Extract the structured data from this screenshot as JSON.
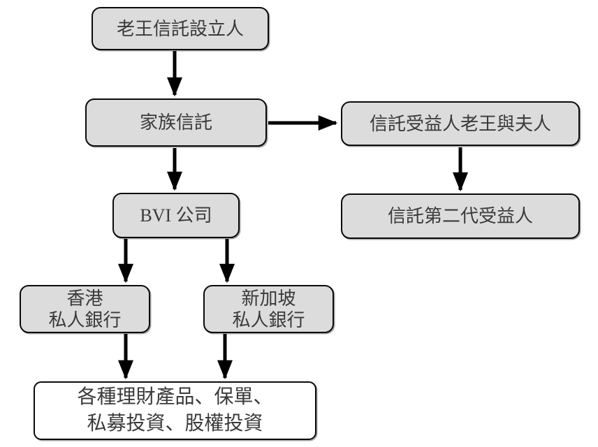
{
  "diagram": {
    "type": "flowchart",
    "language": "zh-Hant",
    "colors": {
      "node_fill": "#dcdcdc",
      "products_fill": "#ffffff",
      "node_border": "#0a0a0a",
      "text": "#3a3a3a",
      "arrow": "#000000",
      "background": "#ffffff"
    },
    "nodes": {
      "settlor": {
        "label": "老王信託設立人"
      },
      "family_trust": {
        "label": "家族信託"
      },
      "beneficiary": {
        "label": "信託受益人老王與夫人"
      },
      "second_gen": {
        "label": "信託第二代受益人"
      },
      "bvi": {
        "label": "BVI 公司"
      },
      "hk_bank": {
        "label": "香港\n私人銀行"
      },
      "sg_bank": {
        "label": "新加坡\n私人銀行"
      },
      "products": {
        "label": "各種理財產品、保單、\n私募投資、股權投資"
      }
    },
    "edges": [
      {
        "from": "settlor",
        "to": "family_trust",
        "direction": "down"
      },
      {
        "from": "family_trust",
        "to": "beneficiary",
        "direction": "right"
      },
      {
        "from": "beneficiary",
        "to": "second_gen",
        "direction": "down"
      },
      {
        "from": "family_trust",
        "to": "bvi",
        "direction": "down"
      },
      {
        "from": "bvi",
        "to": "hk_bank",
        "direction": "down"
      },
      {
        "from": "bvi",
        "to": "sg_bank",
        "direction": "down"
      },
      {
        "from": "hk_bank",
        "to": "products",
        "direction": "down"
      },
      {
        "from": "sg_bank",
        "to": "products",
        "direction": "down"
      }
    ]
  }
}
